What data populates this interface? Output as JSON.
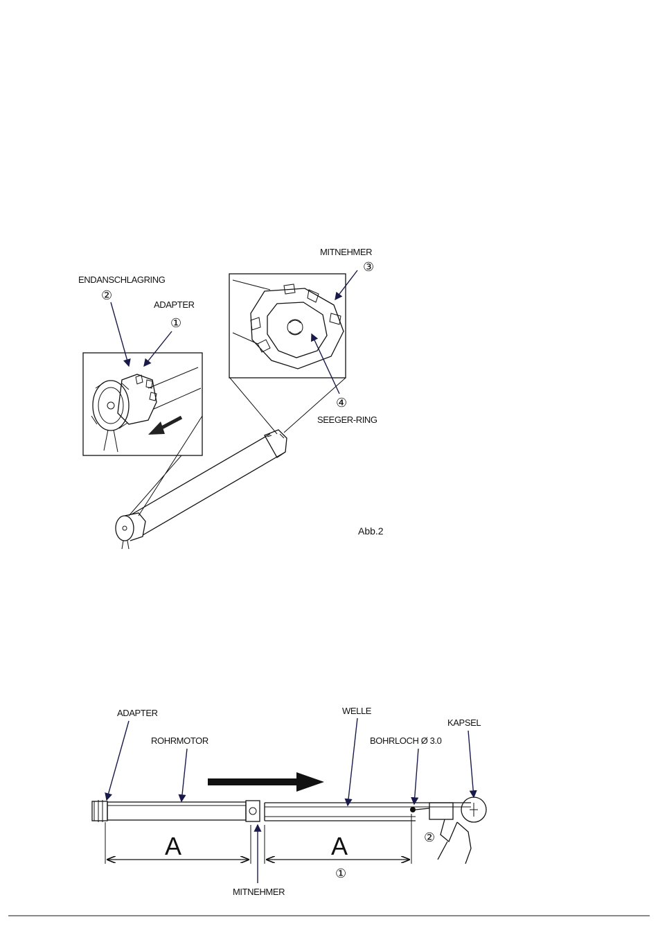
{
  "figure1": {
    "labels": {
      "endanschlagring": "ENDANSCHLAGRING",
      "adapter": "ADAPTER",
      "mitnehmer": "MITNEHMER",
      "seeger_ring": "SEEGER-RING"
    },
    "markers": {
      "m1": "①",
      "m2": "②",
      "m3": "③",
      "m4": "④"
    },
    "caption": "Abb.2"
  },
  "figure2": {
    "labels": {
      "adapter": "ADAPTER",
      "rohrmotor": "ROHRMOTOR",
      "welle": "WELLE",
      "bohrloch": "BOHRLOCH Ø 3.0",
      "kapsel": "KAPSEL",
      "mitnehmer": "MITNEHMER"
    },
    "dim_left": "A",
    "dim_right": "A",
    "markers": {
      "m1": "①",
      "m2": "②"
    }
  }
}
